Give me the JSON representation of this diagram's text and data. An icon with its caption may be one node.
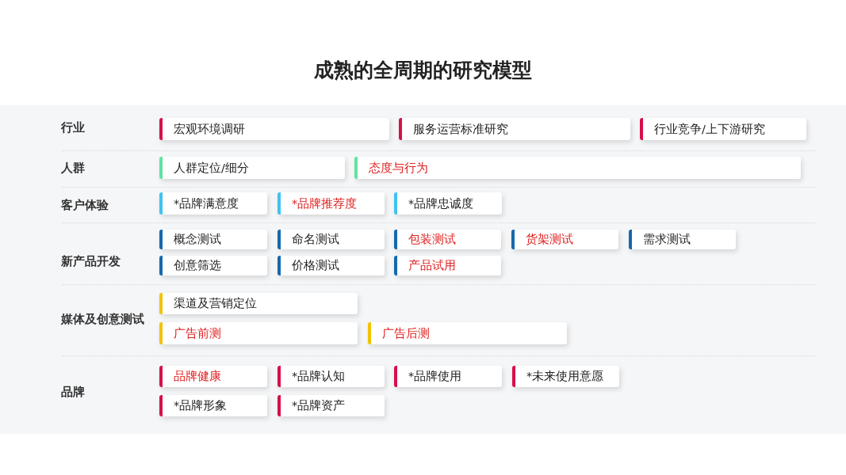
{
  "diagram": {
    "title": "**成熟的全周期**的研究模型",
    "nodes": [
      {
        "text": [
          "宏观环境调研"
        ]
      },
      {
        "text": [
          "服务运营标准研究"
        ]
      },
      {
        "text": [
          "行业竞争/上下游研究"
        ]
      },
      {
        "text": [
          "人群定位/细分"
        ]
      },
      {
        "text": [
          "态度与行为"
        ]
      },
      {
        "text": [
          "*品牌满意度"
        ]
      },
      {
        "text": [
          "*品牌推荐度"
        ]
      },
      {
        "text": [
          "*品牌忠诚度"
        ]
      },
      {
        "text": [
          "概念测试"
        ]
      },
      {
        "text": [
          "命名测试"
        ]
      },
      {
        "text": [
          "包装测试"
        ]
      },
      {
        "text": [
          "货架测试"
        ]
      },
      {
        "text": [
          "需求测试"
        ]
      },
      {
        "text": [
          "创意筛选"
        ]
      },
      {
        "text": [
          "价格测试"
        ]
      },
      {
        "text": [
          "产品试用"
        ]
      },
      {
        "text": [
          "渠道及营销定位"
        ]
      },
      {
        "text": [
          "广告前测"
        ]
      },
      {
        "text": [
          "广告后测"
        ]
      },
      {
        "text": [
          "品牌健康"
        ]
      },
      {
        "text": [
          "*品牌认知"
        ]
      },
      {
        "text": [
          "*品牌使用"
        ]
      },
      {
        "text": [
          "*未来使用意愿"
        ]
      },
      {
        "text": [
          "*品牌形象"
        ]
      },
      {
        "text": [
          "*品牌资产"
        ]
      }
    ],
    "labels": [
      "行业",
      "人群",
      "客户体验",
      "新产品开发",
      "媒体及创意测试",
      "品牌"
    ]
  }
}
